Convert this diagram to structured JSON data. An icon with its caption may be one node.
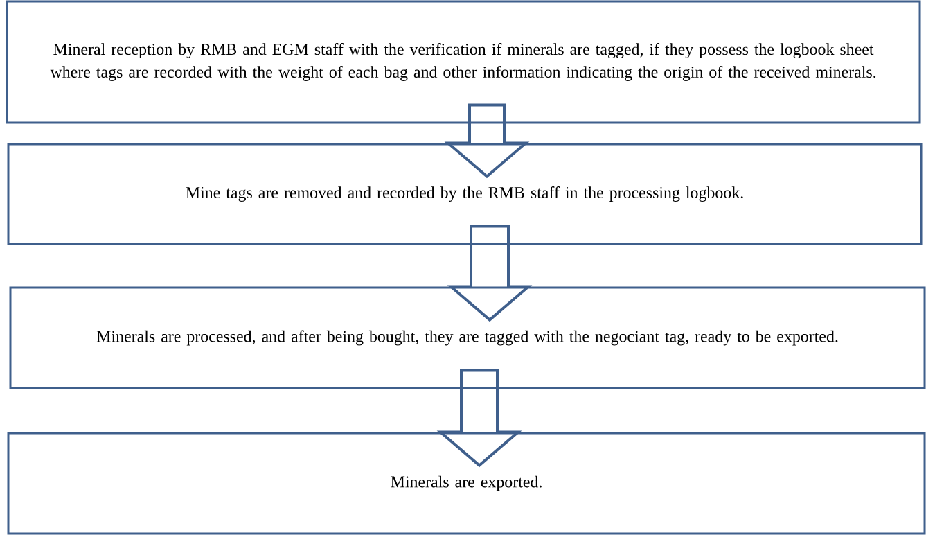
{
  "diagram": {
    "nodes": [
      {
        "text": [
          "Mineral reception by RMB and EGM staff with the verification if minerals are tagged, if they possess the logbook sheet where tags are recorded with the weight of each bag and other information indicating the origin of the received minerals."
        ]
      },
      {
        "text": [
          "Mine tags are removed and recorded by the RMB staff in the processing logbook."
        ]
      },
      {
        "text": [
          "Minerals are processed, and after being bought, they are tagged with the negociant tag, ready to be exported."
        ]
      },
      {
        "text": [
          "Minerals are exported."
        ]
      }
    ],
    "edges": [
      {
        "from": 0,
        "to": 1,
        "arrow": "to"
      },
      {
        "from": 1,
        "to": 2,
        "arrow": "to"
      },
      {
        "from": 2,
        "to": 3,
        "arrow": "to"
      }
    ]
  }
}
